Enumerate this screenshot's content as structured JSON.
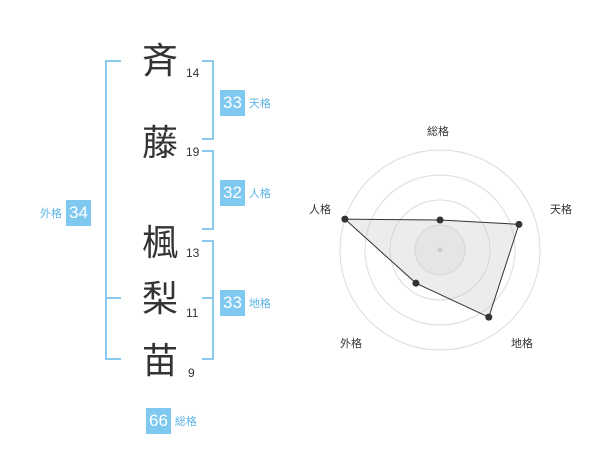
{
  "name_chars": [
    {
      "char": "斉",
      "strokes": "14"
    },
    {
      "char": "藤",
      "strokes": "19"
    },
    {
      "char": "楓",
      "strokes": "13"
    },
    {
      "char": "梨",
      "strokes": "11"
    },
    {
      "char": "苗",
      "strokes": "9"
    }
  ],
  "scores": {
    "tenkaku": {
      "value": "33",
      "label": "天格"
    },
    "jinkaku": {
      "value": "32",
      "label": "人格"
    },
    "chikaku": {
      "value": "33",
      "label": "地格"
    },
    "gaikaku": {
      "value": "34",
      "label": "外格"
    },
    "soukaku": {
      "value": "66",
      "label": "総格"
    }
  },
  "colors": {
    "accent": "#7fc8f0",
    "accent_text": "#5bb4e6",
    "bracket": "#8cc9ee"
  },
  "chart_data": {
    "type": "radar",
    "axes": [
      "総格",
      "天格",
      "地格",
      "外格",
      "人格"
    ],
    "values": [
      0.3,
      0.83,
      0.83,
      0.41,
      1.0
    ],
    "max": 1.0,
    "rings": 4
  }
}
